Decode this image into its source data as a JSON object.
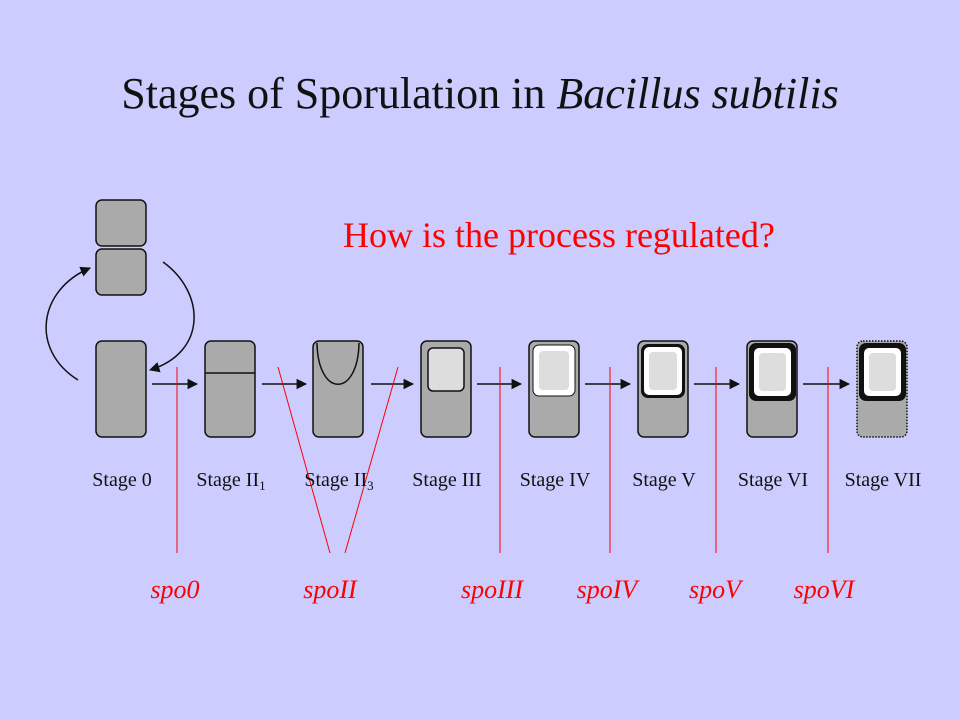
{
  "title": {
    "prefix": "Stages of Sporulation in ",
    "italic": "Bacillus subtilis"
  },
  "question": "How is the process regulated?",
  "stages": [
    {
      "main": "Stage 0",
      "sub": ""
    },
    {
      "main": "Stage II",
      "sub": "1"
    },
    {
      "main": "Stage II",
      "sub": "3"
    },
    {
      "main": "Stage III",
      "sub": ""
    },
    {
      "main": "Stage IV",
      "sub": ""
    },
    {
      "main": "Stage V",
      "sub": ""
    },
    {
      "main": "Stage VI",
      "sub": ""
    },
    {
      "main": "Stage VII",
      "sub": ""
    }
  ],
  "genes": [
    "spo0",
    "spoII",
    "spoIII",
    "spoIV",
    "spoV",
    "spoVI"
  ],
  "colors": {
    "background": "#CCCCFF",
    "cell_fill": "#AAAAAA",
    "forespore_fill": "#DDDDDD",
    "red": "#FF0000",
    "text": "#111111"
  }
}
